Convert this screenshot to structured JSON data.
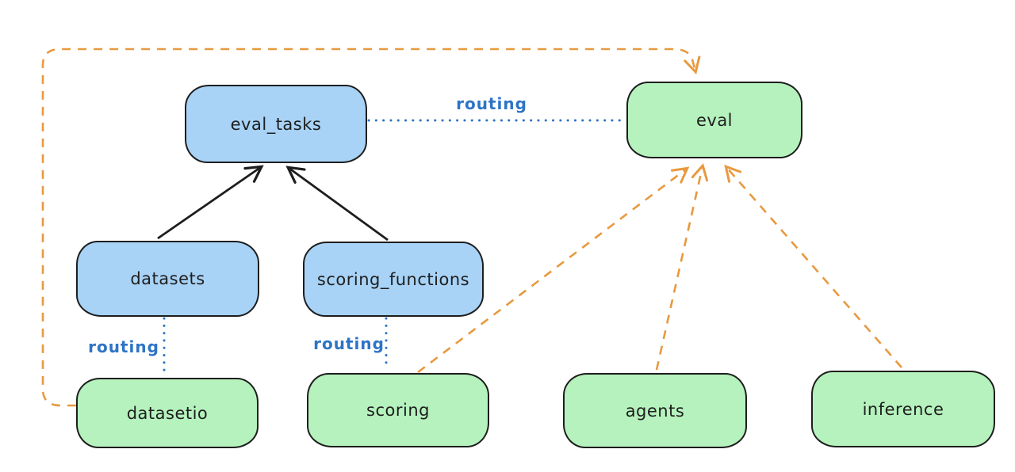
{
  "colors": {
    "background": "#ffffff",
    "node_border": "#1e1e1e",
    "blue_node_fill": "#a8d3f7",
    "green_node_fill": "#b5f2bd",
    "black_arrow": "#1e1e1e",
    "orange_arrow": "#e8993f",
    "routing_blue": "#2e74c6"
  },
  "nodes": {
    "eval_tasks": {
      "label": "eval_tasks",
      "fill": "#a8d3f7"
    },
    "eval": {
      "label": "eval",
      "fill": "#b5f2bd"
    },
    "datasets": {
      "label": "datasets",
      "fill": "#a8d3f7"
    },
    "scoring_functions": {
      "label": "scoring_functions",
      "fill": "#a8d3f7"
    },
    "datasetio": {
      "label": "datasetio",
      "fill": "#b5f2bd"
    },
    "scoring": {
      "label": "scoring",
      "fill": "#b5f2bd"
    },
    "agents": {
      "label": "agents",
      "fill": "#b5f2bd"
    },
    "inference": {
      "label": "inference",
      "fill": "#b5f2bd"
    }
  },
  "edge_labels": {
    "eval_tasks_to_eval": "routing",
    "datasets_to_datasetio": "routing",
    "scoring_functions_to_scoring": "routing"
  },
  "edges": [
    {
      "from": "datasets",
      "to": "eval_tasks",
      "style": "solid-black-arrow"
    },
    {
      "from": "scoring_functions",
      "to": "eval_tasks",
      "style": "solid-black-arrow"
    },
    {
      "from": "eval_tasks",
      "to": "eval",
      "style": "dotted-blue",
      "label": "routing"
    },
    {
      "from": "datasets",
      "to": "datasetio",
      "style": "dotted-blue",
      "label": "routing"
    },
    {
      "from": "scoring_functions",
      "to": "scoring",
      "style": "dotted-blue",
      "label": "routing"
    },
    {
      "from": "datasetio",
      "to": "eval",
      "style": "dashed-orange-arrow"
    },
    {
      "from": "scoring",
      "to": "eval",
      "style": "dashed-orange-arrow"
    },
    {
      "from": "agents",
      "to": "eval",
      "style": "dashed-orange-arrow"
    },
    {
      "from": "inference",
      "to": "eval",
      "style": "dashed-orange-arrow"
    }
  ]
}
